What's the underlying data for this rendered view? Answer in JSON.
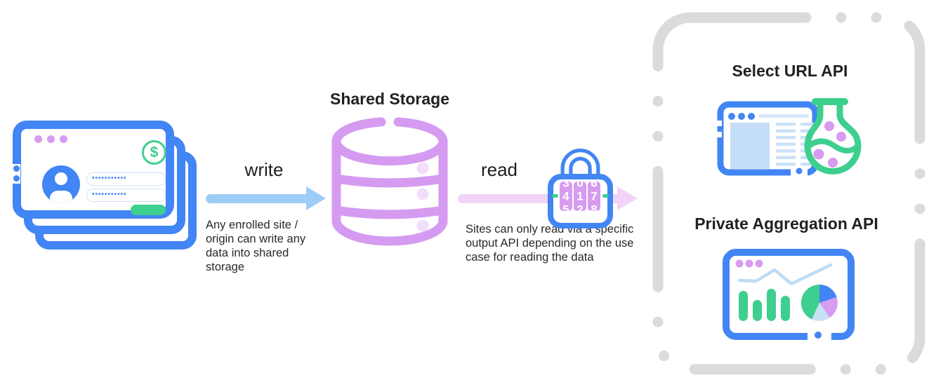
{
  "cards": {
    "password_1": "•••••••••••",
    "password_2": "•••••••••••",
    "dollar_symbol": "$"
  },
  "write_flow": {
    "label": "write",
    "caption": "Any enrolled site / origin can write any data into shared storage"
  },
  "storage": {
    "title": "Shared Storage"
  },
  "read_flow": {
    "label": "read",
    "caption": "Sites can only read via a specific output API depending on the use case for reading the data"
  },
  "lock": {
    "code": "417",
    "dials": [
      {
        "prev": "3",
        "value": "4",
        "next": "5"
      },
      {
        "prev": "0",
        "value": "1",
        "next": "2"
      },
      {
        "prev": "6",
        "value": "7",
        "next": "8"
      }
    ]
  },
  "apis": {
    "select_url": {
      "title": "Select URL API"
    },
    "private_aggregation": {
      "title": "Private Aggregation API"
    }
  },
  "colors": {
    "blue": "#4285F4",
    "green": "#3DCF8E",
    "purple": "#D59BF0",
    "purple_light": "#F2DEFA",
    "arrow_blue": "#9CCDF7",
    "arrow_pink": "#F2D4F8",
    "boundary_gray": "#DBDBDB",
    "light_blue_fill": "#C5DEF7",
    "text": "#202124"
  }
}
